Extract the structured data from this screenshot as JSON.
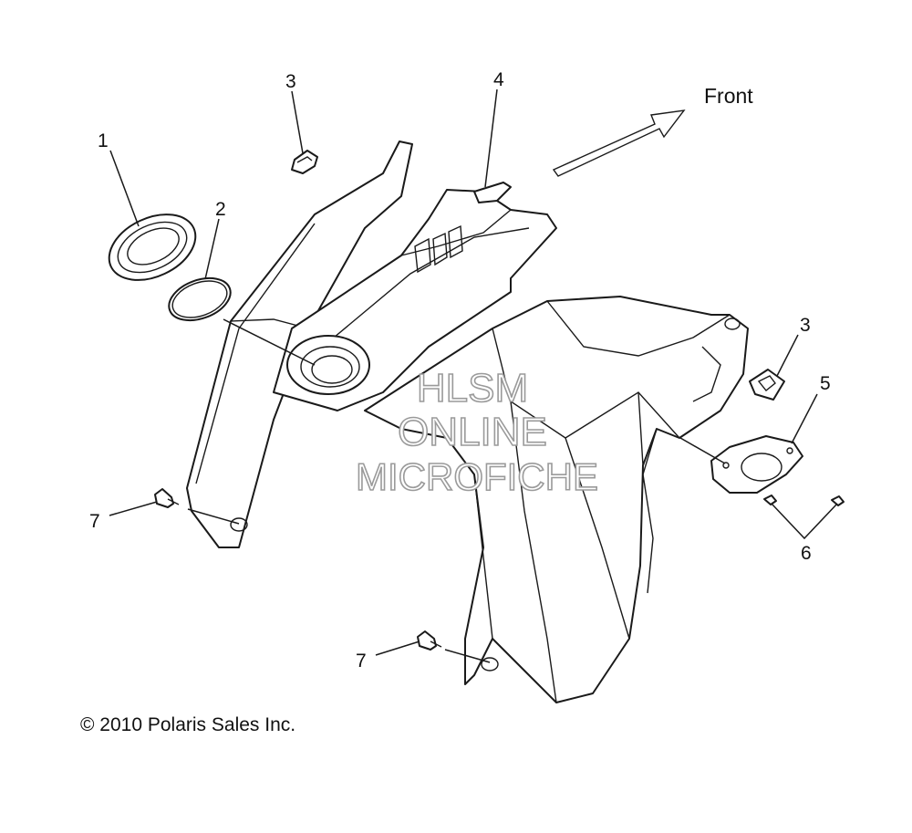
{
  "direction_label": "Front",
  "callouts": [
    "1",
    "2",
    "3",
    "4",
    "3",
    "5",
    "6",
    "7",
    "7"
  ],
  "copyright": "© 2010 Polaris Sales Inc.",
  "watermark": [
    "HLSM",
    "ONLINE",
    "MICROFICHE"
  ]
}
